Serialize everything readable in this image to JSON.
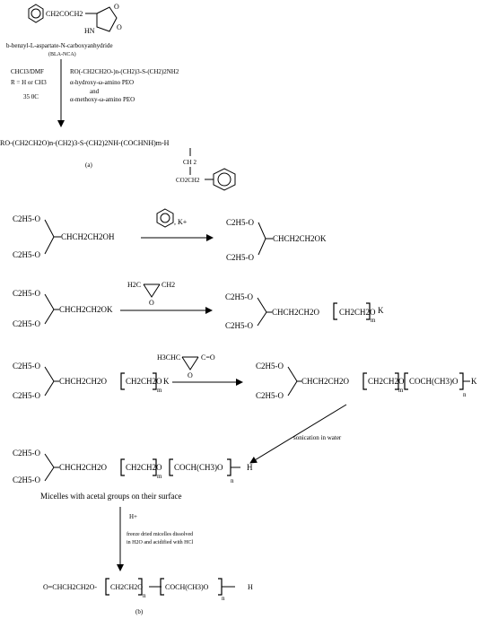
{
  "part_a": {
    "reactant_group": "CH2COCH2",
    "reactant_nh": "HN",
    "reactant_o1": "O",
    "reactant_o2": "O",
    "reactant_name": "b-benzyl-L-aspartate-N-carboxyanhydride",
    "reactant_abbr": "(BLA-NCA)",
    "cond_solvent": "CHCl3/DMF",
    "cond_r": "R = H or CH3",
    "cond_temp": "35 0C",
    "reagent_line1": "RO(-CH2CH2O-)n-(CH2)3-S-(CH2)2NH2",
    "reagent_line2": "α-hydroxy-ω-amino PEO",
    "reagent_line3": "and",
    "reagent_line4": "α-methoxy-ω-amino PEO",
    "product_line": "RO-(CH2CH2O)n-(CH2)3-S-(CH2)2NH-(COCHNH)m-H",
    "product_ch2": "CH 2",
    "product_co2ch2": "CO2CH2",
    "label": "(a)"
  },
  "part_b": {
    "step1_left_top": "C2H5-O",
    "step1_left_bottom": "C2H5-O",
    "step1_left_chain": "CHCH2CH2OH",
    "step1_reagent_k": ", K+",
    "step1_right_top": "C2H5-O",
    "step1_right_bottom": "C2H5-O",
    "step1_right_chain": "CHCH2CH2OK",
    "step2_left_top": "C2H5-O",
    "step2_left_bottom": "C2H5-O",
    "step2_left_chain": "CHCH2CH2OK",
    "step2_epoxide_left": "H2C",
    "step2_epoxide_right": "CH2",
    "step2_epoxide_o": "O",
    "step2_right_top": "C2H5-O",
    "step2_right_bottom": "C2H5-O",
    "step2_right_chain": "CHCH2CH2O",
    "step2_right_repeat": "CH2CH2O",
    "step2_right_m": "m",
    "step2_right_k": "K",
    "step3_left_top": "C2H5-O",
    "step3_left_bottom": "C2H5-O",
    "step3_left_chain": "CHCH2CH2O",
    "step3_left_repeat": "CH2CH2O",
    "step3_left_m": "m",
    "step3_left_k": "K",
    "step3_reagent_left": "H3CHC",
    "step3_reagent_right": "C=O",
    "step3_reagent_o": "O",
    "step3_right_top": "C2H5-O",
    "step3_right_bottom": "C2H5-O",
    "step3_right_chain": "CHCH2CH2O",
    "step3_right_repeat1": "CH2CH2O",
    "step3_right_m": "m",
    "step3_right_repeat2": "COCH(CH3)O",
    "step3_right_n": "n",
    "step3_right_k": "K",
    "sonication": "sonication in water",
    "micelle_top": "C2H5-O",
    "micelle_bottom": "C2H5-O",
    "micelle_chain": "CHCH2CH2O",
    "micelle_repeat1": "CH2CH2O",
    "micelle_m": "m",
    "micelle_repeat2": "COCH(CH3)O",
    "micelle_n": "n",
    "micelle_h": "H",
    "micelle_caption": "Micelles with acetal groups on their surface",
    "acid_h": "H+",
    "acid_line1": "freeze dried micelles dissolved",
    "acid_line2": "in H2O and acidified with HCl",
    "final_chain": "O=CHCH2CH2O-",
    "final_repeat1": "CH2CH2O",
    "final_m": "n",
    "final_repeat2": "COCH(CH3)O",
    "final_n": "n",
    "final_h": "H",
    "label": "(b)"
  }
}
